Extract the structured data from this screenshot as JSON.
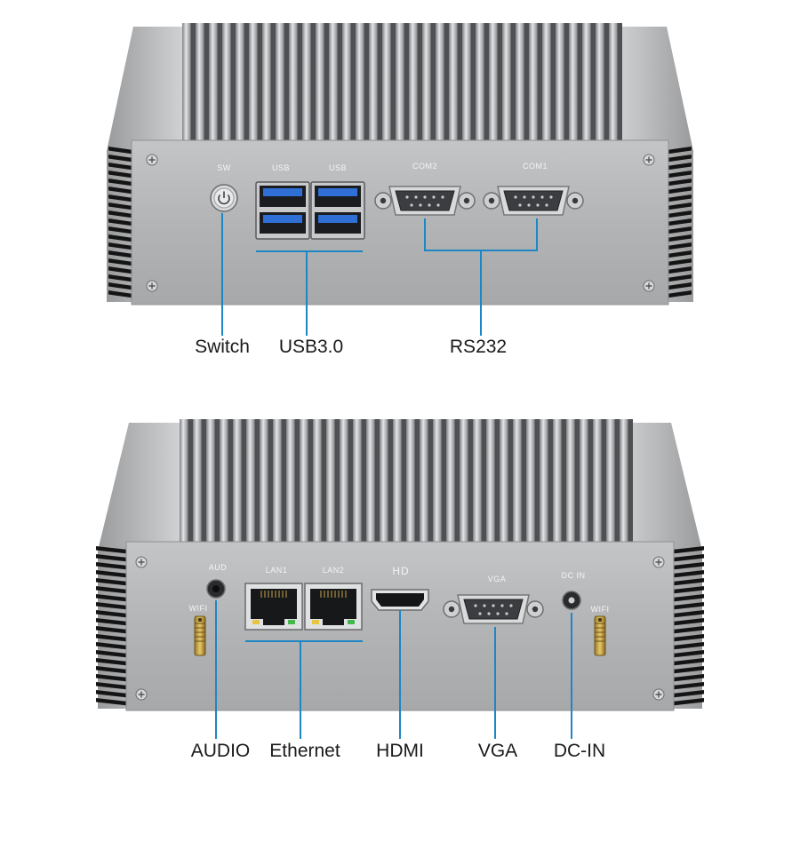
{
  "top_panel": {
    "silkscreen": {
      "switch": "SW",
      "usb_1": "USB",
      "usb_2": "USB",
      "com_2": "COM2",
      "com_1": "COM1"
    },
    "callouts": {
      "switch": "Switch",
      "usb": "USB3.0",
      "serial": "RS232"
    }
  },
  "bottom_panel": {
    "silkscreen": {
      "audio": "AUD",
      "wifi_left": "WIFI",
      "lan_1": "LAN1",
      "lan_2": "LAN2",
      "hdmi": "HD",
      "vga": "VGA",
      "dc_in": "DC IN",
      "wifi_right": "WIFI"
    },
    "callouts": {
      "audio": "AUDIO",
      "ethernet": "Ethernet",
      "hdmi": "HDMI",
      "vga": "VGA",
      "dc_in": "DC-IN"
    }
  },
  "colors": {
    "leader_line": "#1e86c4",
    "chassis": "#b9babc",
    "usb_blue": "#2f6fd6"
  }
}
